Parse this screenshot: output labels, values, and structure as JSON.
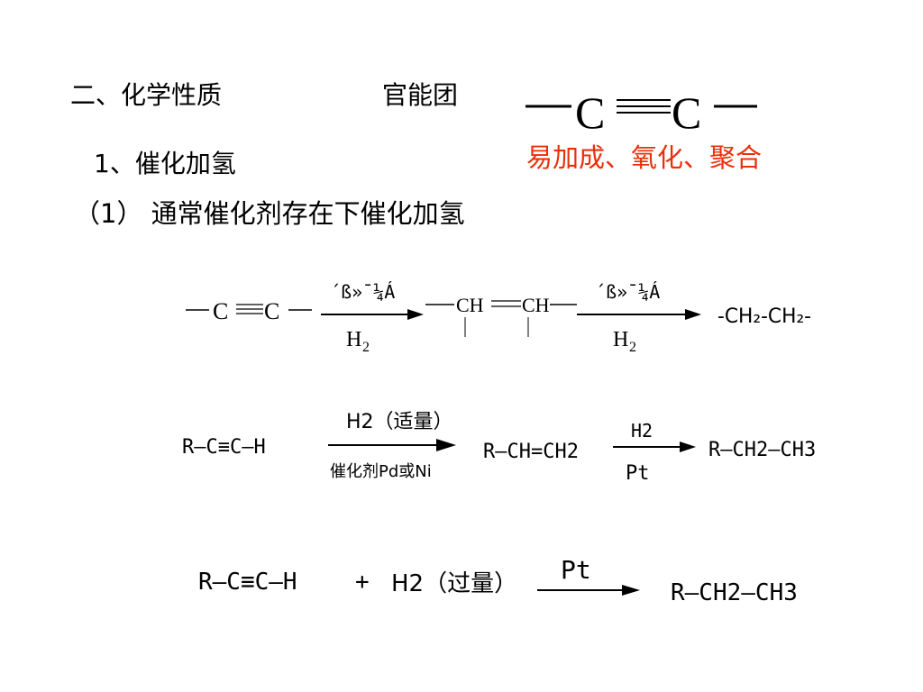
{
  "heading": {
    "section_title": "二、化学性质",
    "functional_group_label": "官能团",
    "subsection_title": "1、催化加氢",
    "item_title": "（1）  通常催化剂存在下催化加氢"
  },
  "functional_group": {
    "bond_atom_left": "C",
    "bond_atom_right": "C",
    "properties_note": "易加成、氧化、聚合",
    "properties_color": "#e8300a"
  },
  "reaction_1": {
    "reactant": "C",
    "reactant_right": "C",
    "step1_catalyst": "´ß»¯¼Á",
    "step1_reagent": "H",
    "step1_reagent_sub": "2",
    "intermediate_left": "CH",
    "intermediate_right": "CH",
    "step2_catalyst": "´ß»¯¼Á",
    "step2_reagent": "H",
    "step2_reagent_sub": "2",
    "product": "-CH₂-CH₂-"
  },
  "reaction_2": {
    "reactant": "R—C≡C—H",
    "step1_reagent": "H2（适量）",
    "step1_catalyst": "催化剂Pd或Ni",
    "intermediate": "R—CH=CH2",
    "step2_reagent": "H2",
    "step2_catalyst": "Pt",
    "product": "R—CH2—CH3"
  },
  "reaction_3": {
    "reactant": "R—C≡C—H",
    "plus": "+",
    "reagent": "H2（过量）",
    "catalyst": "Pt",
    "product": "R—CH2—CH3"
  }
}
